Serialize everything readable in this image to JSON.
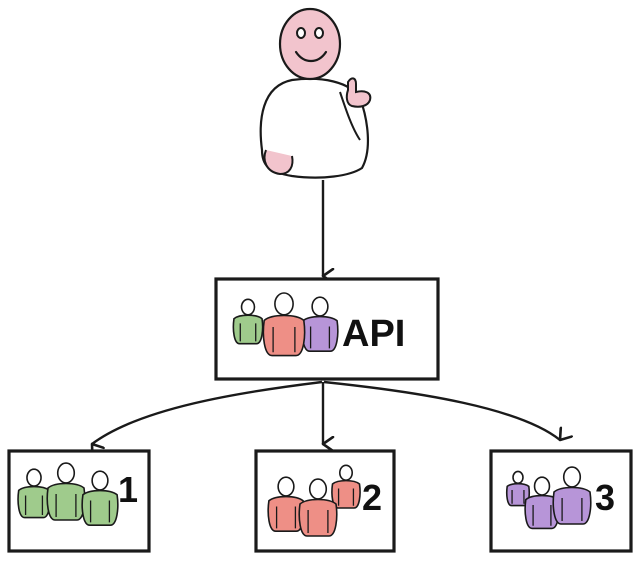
{
  "diagram": {
    "top_node": {
      "icon": "person-thumbs-up-icon"
    },
    "api_box": {
      "label": "API"
    },
    "teams": [
      {
        "label": "1",
        "color": "#9fcb8c"
      },
      {
        "label": "2",
        "color": "#ee8f86"
      },
      {
        "label": "3",
        "color": "#b795d8"
      }
    ],
    "api_team_colors": [
      "#9fcb8c",
      "#ee8f86",
      "#b795d8"
    ],
    "face_color": "#f2c4cd",
    "stroke_color": "#1a1a1a"
  }
}
